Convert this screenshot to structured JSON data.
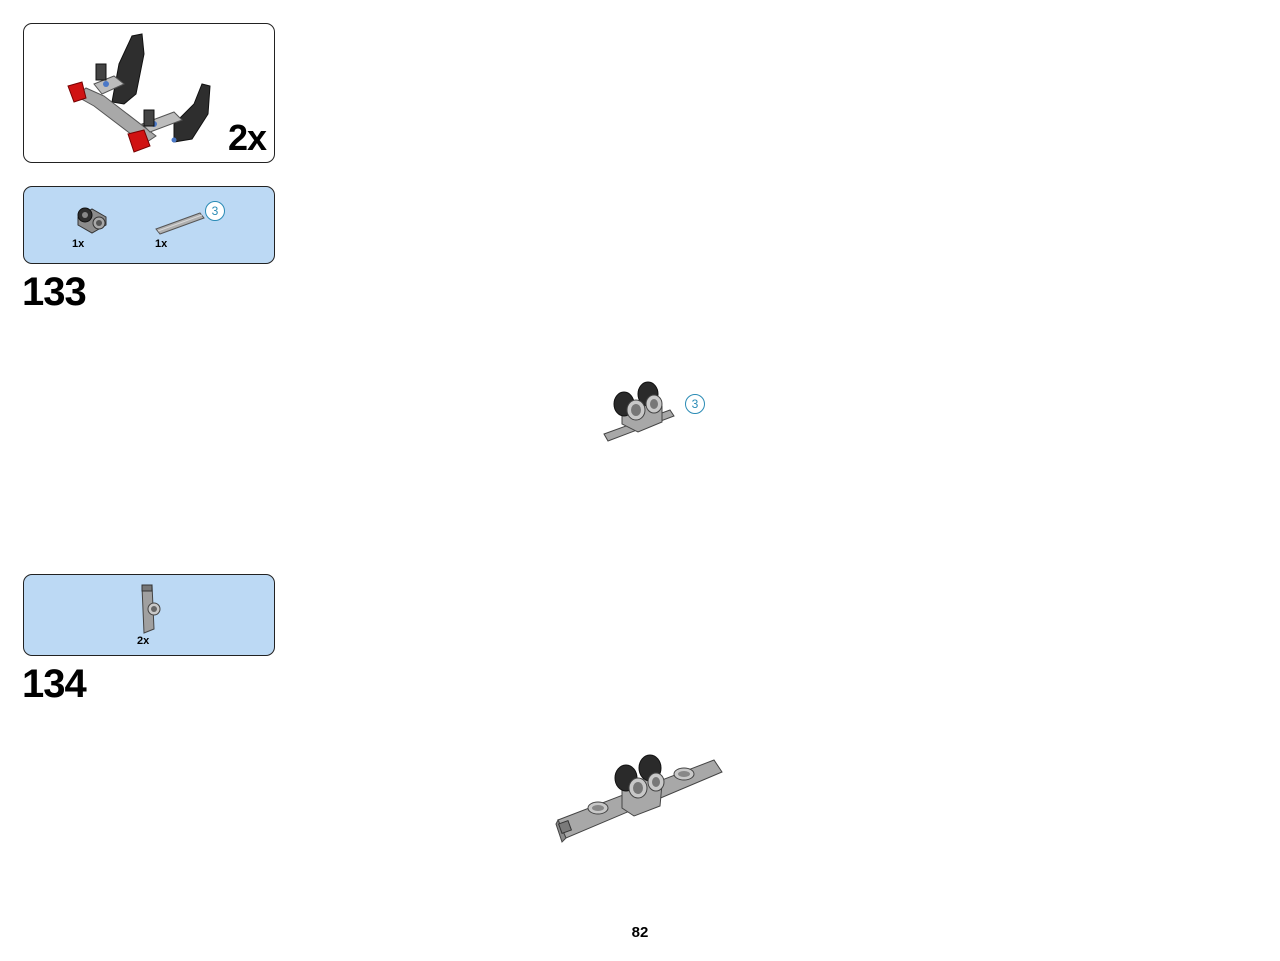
{
  "submodel": {
    "multiplier": "2x"
  },
  "steps": [
    {
      "number": "133",
      "parts": [
        {
          "icon": "double-pin-connector-icon",
          "qty": "1x"
        },
        {
          "icon": "axle-3-icon",
          "qty": "1x",
          "length_callout": "3"
        }
      ],
      "build_callout": "3"
    },
    {
      "number": "134",
      "parts": [
        {
          "icon": "axle-pin-connector-icon",
          "qty": "2x"
        }
      ]
    }
  ],
  "page_number": "82",
  "colors": {
    "parts_bg": "#bcd9f4",
    "dark_grey": "#3a3a3a",
    "light_grey": "#a8a8a8",
    "red": "#d01212",
    "callout_blue": "#2a8bb5"
  }
}
